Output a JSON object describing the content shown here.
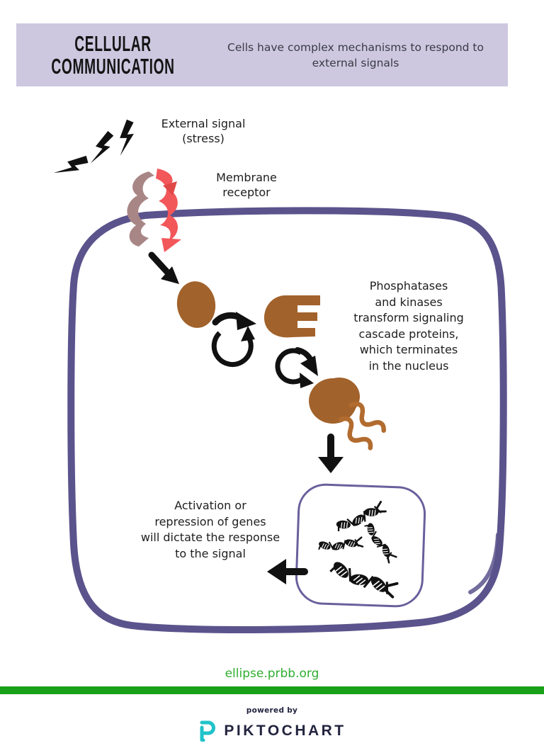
{
  "header": {
    "title_line1": "CELLULAR",
    "title_line2": "COMMUNICATION",
    "subtitle": "Cells have complex mechanisms to respond to\nexternal signals"
  },
  "diagram": {
    "labels": {
      "external_signal": "External signal\n(stress)",
      "membrane_receptor": "Membrane\nreceptor",
      "cascade": "Phosphatases\nand kinases\ntransform signaling\ncascade proteins,\nwhich terminates\nin the nucleus",
      "genes": "Activation or\nrepression of genes\nwill dictate the response\nto the signal"
    },
    "icons": {
      "stress": "lightning-bolts-icon",
      "receptor": "alpha-helix-ribbon-icon",
      "proteins": "brown-protein-blobs",
      "transform": "circular-arrow-icons",
      "nucleus": "nucleus-with-dna-helices"
    }
  },
  "footer": {
    "link": "ellipse.prbb.org",
    "powered_by": "powered by",
    "brand": "PIKTOCHART"
  },
  "colors": {
    "banner_lavender": "#cdc8e0",
    "membrane_purple": "#5b538c",
    "nucleus_purple": "#6a5f9c",
    "protein_brown": "#a2622b",
    "squiggle_brown": "#b26c2f",
    "receptor_red": "#f2575a",
    "receptor_mauve": "#a98686",
    "bar_green": "#18a018",
    "link_green": "#2fae2f",
    "brand_teal": "#20c3c9",
    "brand_navy": "#23243f",
    "ink_black": "#141414"
  }
}
